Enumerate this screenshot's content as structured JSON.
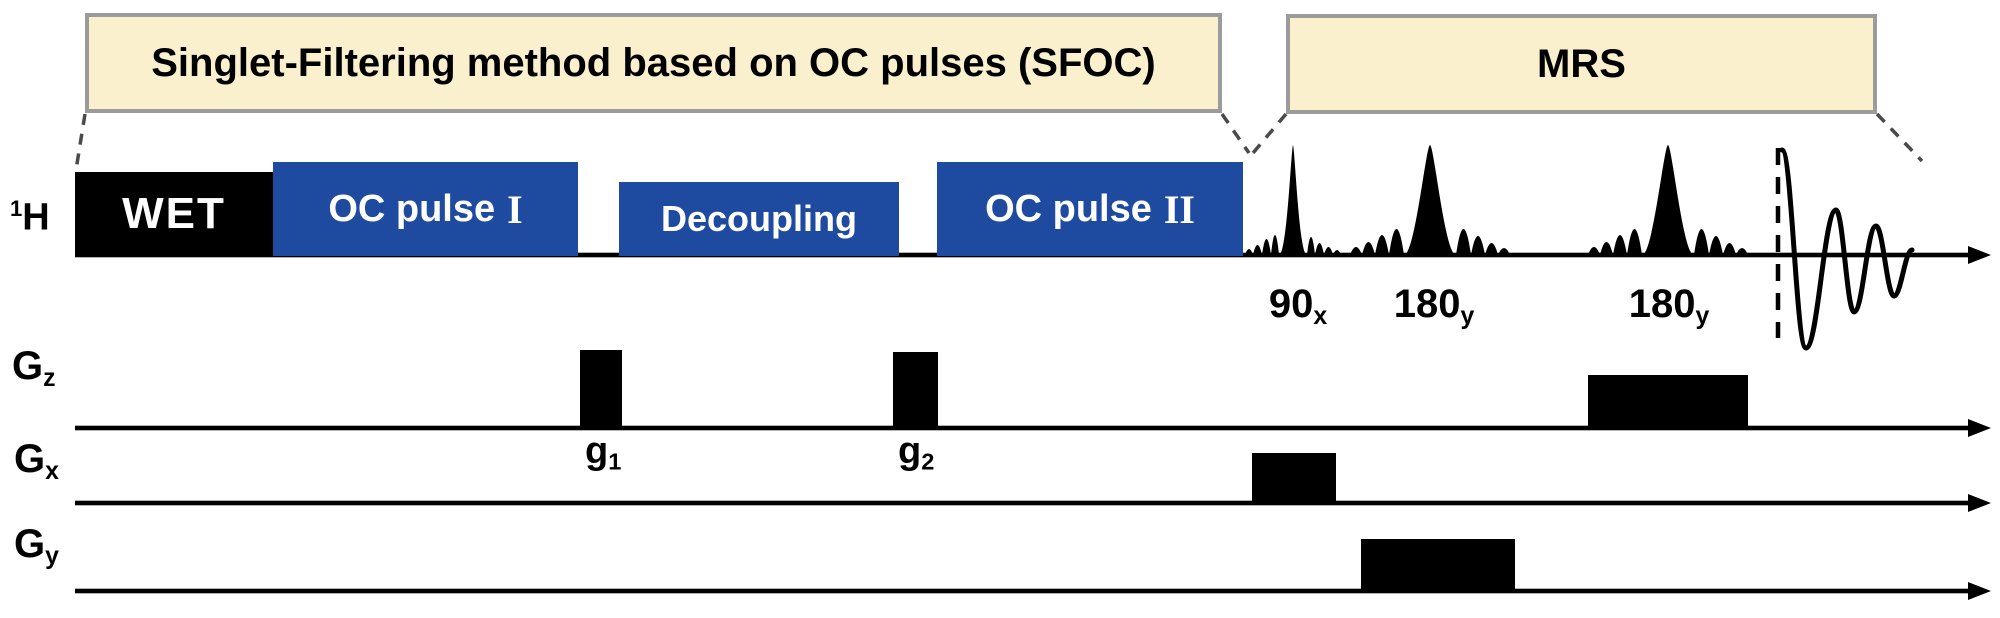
{
  "colors": {
    "pulse-blue": "#1e4aa0",
    "band-bg": "#faf0cd",
    "band-border": "#9b9b9b",
    "ink": "#000000"
  },
  "bands": {
    "sfoc": {
      "label": "Singlet-Filtering method based on OC pulses (SFOC)"
    },
    "mrs": {
      "label": "MRS"
    }
  },
  "channels": {
    "h1": {
      "sup": "1",
      "main": "H"
    },
    "gz": {
      "main": "G",
      "sub": "z"
    },
    "gx": {
      "main": "G",
      "sub": "x"
    },
    "gy": {
      "main": "G",
      "sub": "y"
    }
  },
  "rf": {
    "wet": "WET",
    "oc1": {
      "text": "OC pulse",
      "numeral": "I"
    },
    "decoupling": "Decoupling",
    "oc2": {
      "text": "OC pulse",
      "numeral": "II"
    },
    "p90": {
      "main": "90",
      "sub": "x"
    },
    "p180a": {
      "main": "180",
      "sub": "y"
    },
    "p180b": {
      "main": "180",
      "sub": "y"
    }
  },
  "gradients": {
    "g1": {
      "main": "g",
      "sub": "1"
    },
    "g2": {
      "main": "g",
      "sub": "2"
    }
  }
}
